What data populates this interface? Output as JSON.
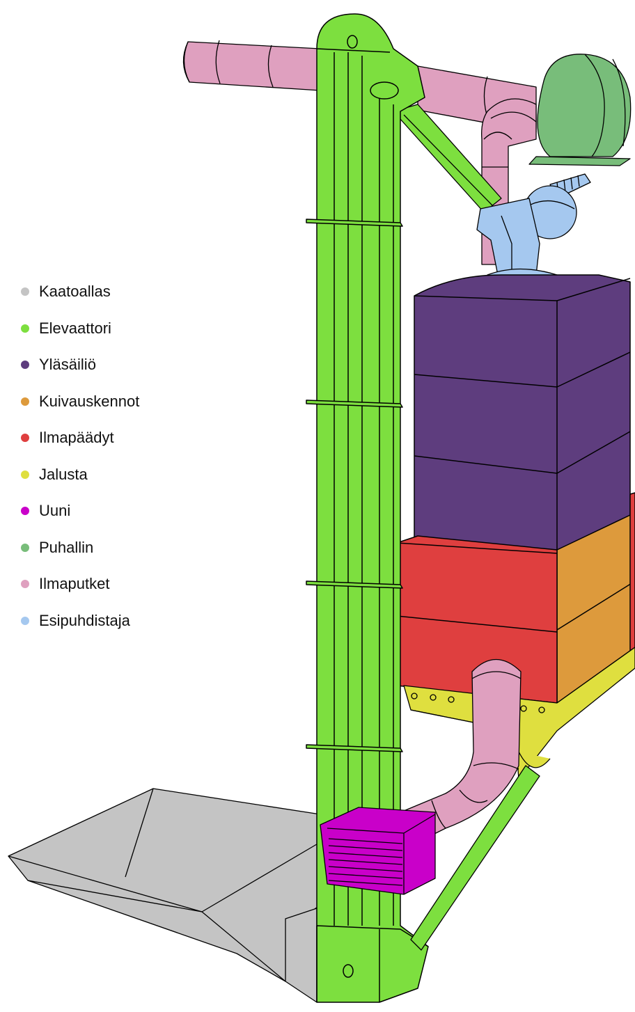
{
  "legend": [
    {
      "label": "Kaatoallas",
      "color": "#c4c4c4"
    },
    {
      "label": "Elevaattori",
      "color": "#7ddf3f"
    },
    {
      "label": "Yläsäiliö",
      "color": "#5e3d7e"
    },
    {
      "label": "Kuivauskennot",
      "color": "#dd9a3c"
    },
    {
      "label": "Ilmapäädyt",
      "color": "#df3f3f"
    },
    {
      "label": "Jalusta",
      "color": "#dfdf3f"
    },
    {
      "label": "Uuni",
      "color": "#c900c9"
    },
    {
      "label": "Puhallin",
      "color": "#78bd7a"
    },
    {
      "label": "Ilmaputket",
      "color": "#dfa0bf"
    },
    {
      "label": "Esipuhdistaja",
      "color": "#a5c8ef"
    }
  ]
}
